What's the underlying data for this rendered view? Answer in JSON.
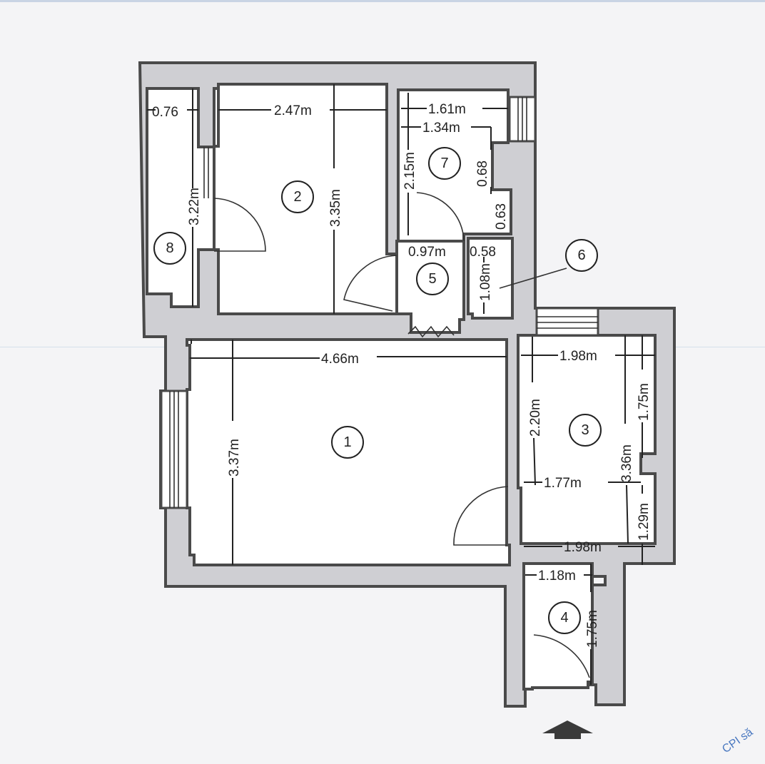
{
  "plan": {
    "type": "apartment-floor-plan",
    "rooms": [
      {
        "id": "1",
        "label": "1",
        "dims": [
          "4.66m",
          "3.37m"
        ]
      },
      {
        "id": "2",
        "label": "2",
        "dims": [
          "2.47m",
          "3.35m"
        ]
      },
      {
        "id": "3",
        "label": "3",
        "dims": [
          "1.98m",
          "2.20m",
          "1.75m",
          "3.36m",
          "1.77m",
          "1.29m",
          "1.98m"
        ]
      },
      {
        "id": "4",
        "label": "4",
        "dims": [
          "1.18m",
          "1.75m"
        ]
      },
      {
        "id": "5",
        "label": "5",
        "dims": [
          "0.97m"
        ]
      },
      {
        "id": "6",
        "label": "6",
        "dims": [
          "0.58",
          "1.08m"
        ]
      },
      {
        "id": "7",
        "label": "7",
        "dims": [
          "1.61m",
          "1.34m",
          "2.15m",
          "0.68",
          "0.63"
        ]
      },
      {
        "id": "8",
        "label": "8",
        "dims": [
          "0.76",
          "3.22m"
        ]
      }
    ],
    "labels": {
      "r1_w": "4.66m",
      "r1_h": "3.37m",
      "r2_w": "2.47m",
      "r2_h": "3.35m",
      "r3_top": "1.98m",
      "r3_left": "2.20m",
      "r3_right_top": "1.75m",
      "r3_total": "3.36m",
      "r3_mid": "1.77m",
      "r3_right_bot": "1.29m",
      "r3_bottom": "1.98m",
      "r4_w": "1.18m",
      "r4_h": "1.75m",
      "r5_w": "0.97m",
      "r6_w": "0.58",
      "r6_h": "1.08m",
      "r7_w1": "1.61m",
      "r7_w2": "1.34m",
      "r7_h": "2.15m",
      "r7_n1": "0.68",
      "r7_n2": "0.63",
      "r8_w": "0.76",
      "r8_h": "3.22m",
      "n1": "1",
      "n2": "2",
      "n3": "3",
      "n4": "4",
      "n5": "5",
      "n6": "6",
      "n7": "7",
      "n8": "8"
    },
    "entrance_arrow": "arrow-up-icon",
    "stamp_text": "CPI să"
  }
}
